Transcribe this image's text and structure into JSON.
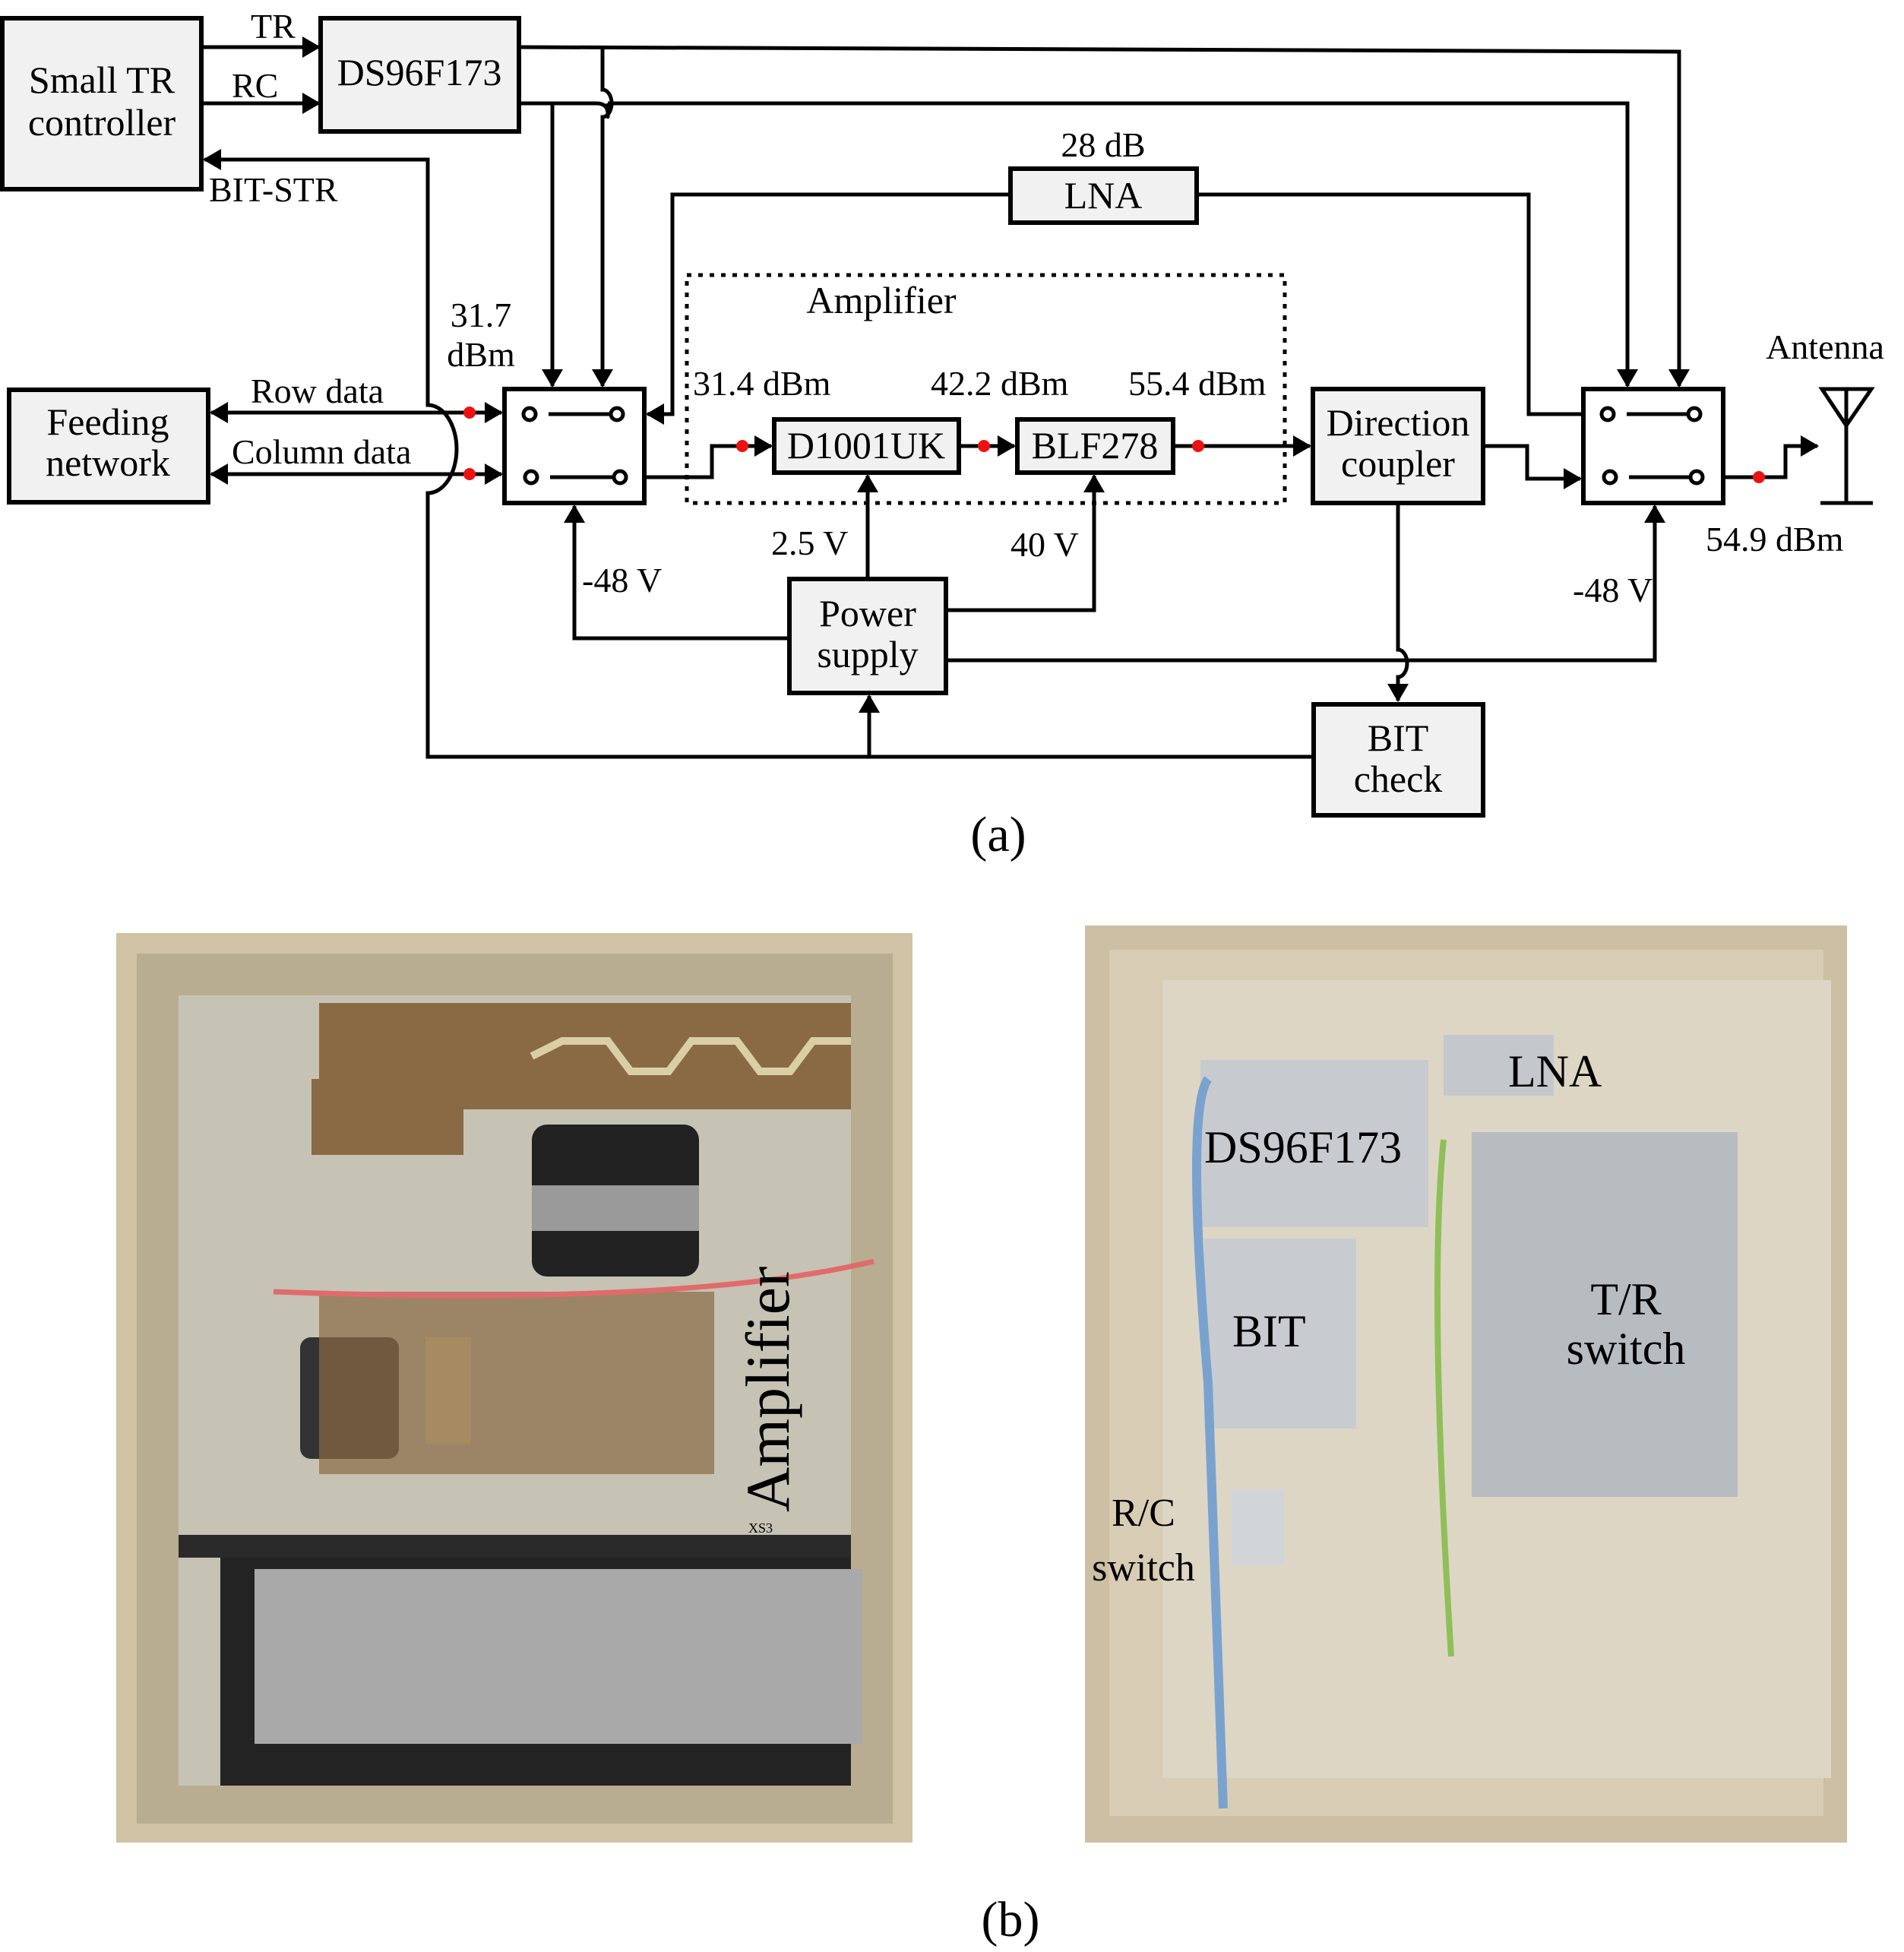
{
  "figure_a": {
    "caption": "(a)",
    "blocks": {
      "small_tr_controller": [
        "Small TR",
        "controller"
      ],
      "ds96f173": "DS96F173",
      "lna": "LNA",
      "feeding_network": [
        "Feeding",
        "network"
      ],
      "d1001uk": "D1001UK",
      "blf278": "BLF278",
      "direction_coupler": [
        "Direction",
        "coupler"
      ],
      "power_supply": [
        "Power",
        "supply"
      ],
      "bit_check": [
        "BIT",
        "check"
      ],
      "amplifier_group": "Amplifier",
      "antenna": "Antenna"
    },
    "signals": {
      "tr": "TR",
      "rc": "RC",
      "bit_str": "BIT-STR",
      "row_data": "Row data",
      "column_data": "Column data"
    },
    "annotations": {
      "lna_gain": "28 dB",
      "switch_in_power": [
        "31.7",
        "dBm"
      ],
      "d1001uk_in": "31.4 dBm",
      "blf278_in": "42.2 dBm",
      "blf278_out": "55.4 dBm",
      "antenna_power": "54.9 dBm",
      "switch1_bias": "-48 V",
      "switch2_bias": "-48 V",
      "d1001uk_supply": "2.5 V",
      "blf278_supply": "40 V"
    }
  },
  "figure_b": {
    "caption": "(b)",
    "left_photo": {
      "labels": {
        "amplifier": "Amplifier",
        "cable_tag": "XS3"
      }
    },
    "right_photo": {
      "labels": {
        "lna": "LNA",
        "ds96f173": "DS96F173",
        "bit": "BIT",
        "tr_switch": [
          "T/R",
          "switch"
        ],
        "rc_switch": [
          "R/C",
          "switch"
        ]
      }
    }
  },
  "colors": {
    "block_fill": "#f1f1f1",
    "measurement_dot": "#ee1111",
    "chassis": "#cfc3a3",
    "pcb": "#8a6a45"
  }
}
